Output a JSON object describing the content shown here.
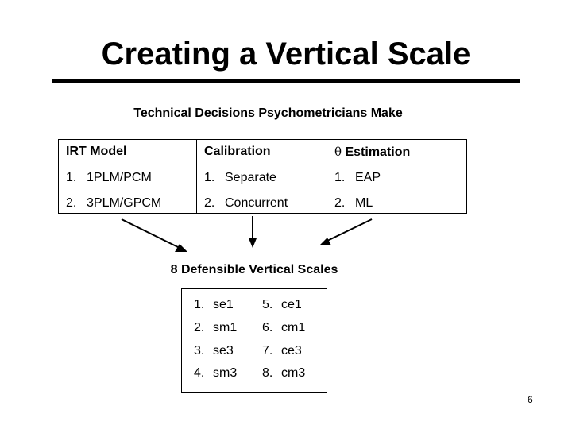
{
  "slide": {
    "title": "Creating a Vertical Scale",
    "subtitle": "Technical Decisions Psychometricians Make",
    "page_number": "6"
  },
  "decisions": {
    "columns": [
      {
        "header_symbol": "",
        "header": "IRT Model",
        "options": [
          {
            "num": "1.",
            "text": "1PLM/PCM"
          },
          {
            "num": "2.",
            "text": "3PLM/GPCM"
          }
        ]
      },
      {
        "header_symbol": "",
        "header": "Calibration",
        "options": [
          {
            "num": "1.",
            "text": "Separate"
          },
          {
            "num": "2.",
            "text": "Concurrent"
          }
        ]
      },
      {
        "header_symbol": "θ",
        "header": " Estimation",
        "options": [
          {
            "num": "1.",
            "text": "EAP"
          },
          {
            "num": "2.",
            "text": "ML"
          }
        ]
      }
    ]
  },
  "result": {
    "title": "8 Defensible Vertical Scales",
    "scales": [
      {
        "num": "1.",
        "text": "se1"
      },
      {
        "num": "2.",
        "text": "sm1"
      },
      {
        "num": "3.",
        "text": "se3"
      },
      {
        "num": "4.",
        "text": "sm3"
      },
      {
        "num": "5.",
        "text": "ce1"
      },
      {
        "num": "6.",
        "text": "cm1"
      },
      {
        "num": "7.",
        "text": "ce3"
      },
      {
        "num": "8.",
        "text": "cm3"
      }
    ]
  }
}
